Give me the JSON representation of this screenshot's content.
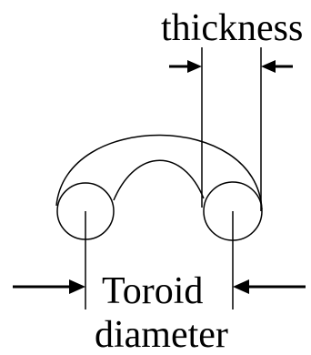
{
  "diagram": {
    "labels": {
      "thickness": "thickness",
      "toroid": "Toroid",
      "diameter": "diameter"
    },
    "colors": {
      "ink": "#000000",
      "background": "#ffffff"
    }
  }
}
